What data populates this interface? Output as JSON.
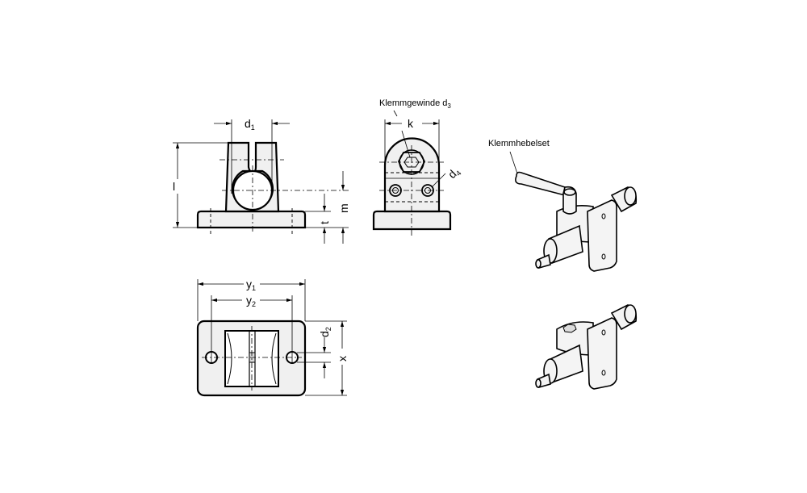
{
  "labels": {
    "d1": "d",
    "d1_sub": "1",
    "l": "l",
    "m": "m",
    "t": "t",
    "klemmgewinde": "Klemmgewinde d",
    "klemmgewinde_sub": "3",
    "k": "k",
    "d4": "d",
    "d4_sub": "4",
    "y1": "y",
    "y1_sub": "1",
    "y2": "y",
    "y2_sub": "2",
    "d2": "d",
    "d2_sub": "2",
    "x": "x",
    "klemmhebelset": "Klemmhebelset"
  }
}
